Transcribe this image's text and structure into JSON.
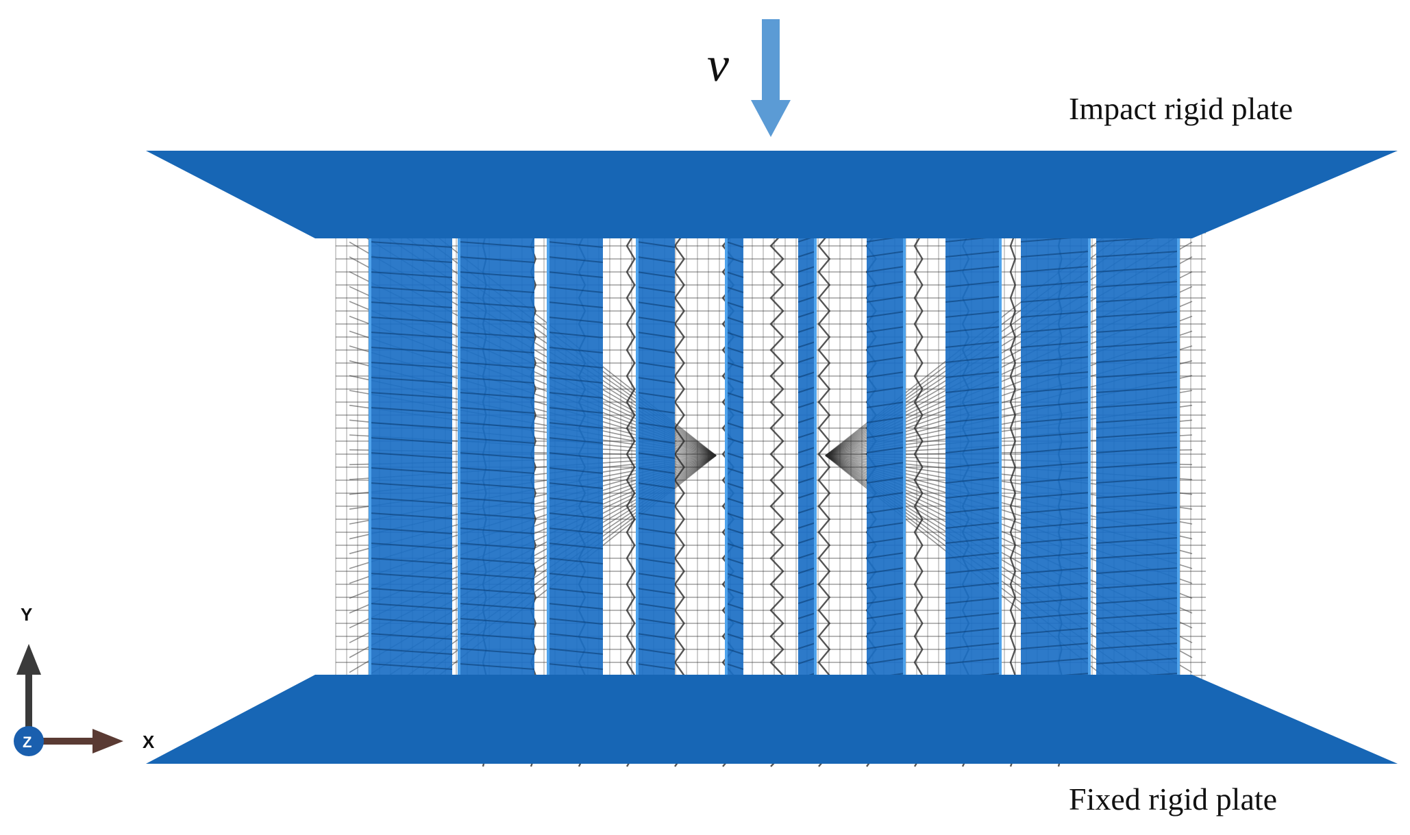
{
  "labels": {
    "velocity": "v",
    "top_plate": "Impact rigid plate",
    "bottom_plate": "Fixed rigid plate"
  },
  "axes": {
    "y": "Y",
    "x": "X",
    "z": "Z"
  },
  "colors": {
    "plate": "#1766b5",
    "panel": "#1b6fc4",
    "panel_dark": "#0b3d73",
    "arrow": "#5b9bd5",
    "wire": "#2b2b2b",
    "axis_y": "#3a3a3a",
    "axis_x": "#5a3a33",
    "axis_z": "#1a5fae"
  }
}
